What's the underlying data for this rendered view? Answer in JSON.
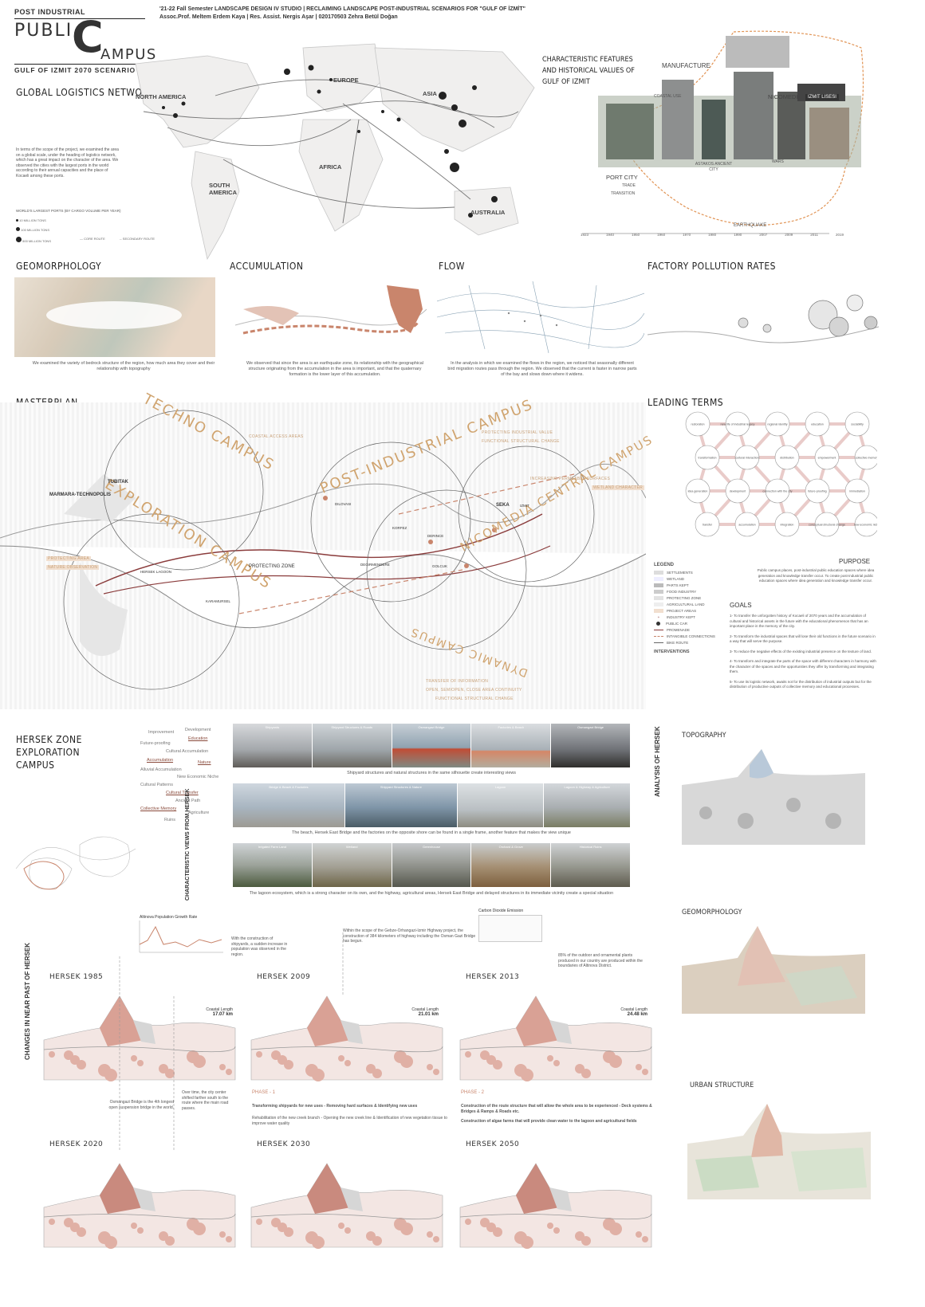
{
  "header": {
    "kicker": "POST INDUSTRIAL",
    "title_left": "PUBLI",
    "title_big": "C",
    "title_right": "AMPUS",
    "subtitle": "GULF OF IZMIT 2070 SCENARIO",
    "studio_line": "'21-22 Fall Semester LANDSCAPE DESIGN IV STUDIO | RECLAIMING LANDSCAPE POST-INDUSTRIAL SCENARIOS FOR \"GULF OF İZMİT\"",
    "credits_line": "Assoc.Prof. Meltem Erdem Kaya | Res. Assist. Nergis Aşar | 020170503 Zehra Betül Doğan"
  },
  "global_network": {
    "title": "GLOBAL LOGISTICS NETWORK",
    "body": "In terms of the scope of the project, we examined the area on a global scale, under the heading of logistics network, which has a great impact on the character of the area. We observed the cities with the largest ports in the world according to their annual capacities and the place of Kocaeli among these ports.",
    "ports_title": "WORLD'S LARGEST PORTS (BY CARGO VOLUME PER YEAR)",
    "legend": [
      "10 MILLION TONS",
      "100 MILLION TONS",
      "500 MILLION TONS",
      "CORE ROUTE",
      "SECONDARY ROUTE"
    ],
    "continents": [
      "NORTH AMERICA",
      "EUROPE",
      "ASIA",
      "AFRICA",
      "SOUTH AMERICA",
      "AUSTRALIA"
    ]
  },
  "features": {
    "title": "CHARACTERISTIC FEATURES AND HISTORICAL VALUES OF GULF OF IZMIT",
    "labels": [
      "MANUFACTURE",
      "COASTAL USE",
      "NICOMEDIA",
      "PORT CITY",
      "TRADE",
      "TRANSITION",
      "ASTAKOS ANCIENT CITY",
      "WARS",
      "EARTHQUAKE",
      "IZMIT LISESI"
    ],
    "timeline": [
      "1923",
      "1940",
      "1950",
      "1960",
      "1970",
      "1980",
      "1990",
      "2007",
      "2009",
      "2011",
      "2019"
    ]
  },
  "analysis": [
    {
      "title": "GEOMORPHOLOGY",
      "caption": "We examined the variety of bedrock structure of the region, how much area they cover and their relationship with topography"
    },
    {
      "title": "ACCUMULATION",
      "caption": "We observed that since the area is an earthquake zone, its relationship with the geographical structure originating from the accumulation in the area is important, and that the quaternary formation is the lower layer of this accumulation."
    },
    {
      "title": "FLOW",
      "caption": "In the analysis in which we examined the flows in the region, we noticed that seasonally different bird migration routes pass through the region. We observed that the current is faster in narrow parts of the bay and slows down where it widens."
    },
    {
      "title": "FACTORY POLLUTION RATES",
      "caption": ""
    }
  ],
  "masterplan": {
    "title": "MASTERPLAN",
    "campuses": [
      "TECHNO CAMPUS",
      "POST-INDUSTRIAL CAMPUS",
      "NICOMEDIA CENTRAL CAMPUS",
      "EXPLORATION CAMPUS",
      "DYNAMIC CAMPUS"
    ],
    "places": [
      "TUBITAK",
      "MARMARA-TECHNOPOLIS",
      "HERSEK LAGOON",
      "KARAMURSEL",
      "DEGIRMENDERE",
      "GOLCUK",
      "SEKA",
      "IZMIT",
      "DERINCE",
      "DILOVASI",
      "KORFEZ",
      "PROTECTING ZONE"
    ],
    "tags": [
      "COASTAL ACCESS AREAS",
      "PROTECTING INDUSTRIAL VALUE",
      "FUNCTIONAL STRUCTURAL CHANGE",
      "INCREASING PERMEABLE SURFACES",
      "WETLAND CHARACTER",
      "PROTECTING AREA",
      "NATURE OBSERVATION",
      "TRANSFER OF INFORMATION",
      "OPEN, SEMIOPEN, CLOSE AREA CONTINUITY",
      "FUNCTIONAL STRUCTURAL CHANGE"
    ],
    "legend_title": "LEGEND",
    "legend": [
      "SETTLEMENTS",
      "WETLAND",
      "PARTS KEPT",
      "FOOD INDUSTRY",
      "PROTECTING ZONE",
      "AGRICULTURAL LAND",
      "PROJECT AREAS",
      "INDUSTRY KEPT",
      "PUBLIC CAR",
      "PROMENADE",
      "INTANGIBLE CONNECTIONS",
      "BIKE ROUTE"
    ],
    "interventions_title": "INTERVENTIONS"
  },
  "leading_terms": {
    "title": "LEADING TERMS",
    "nodes": [
      "restoration",
      "new life of industrial legacy",
      "regional identity",
      "education",
      "sociability",
      "transformation",
      "cultural interaction",
      "distribution",
      "empowerment",
      "collective memory",
      "idea generation",
      "development",
      "connection with the city",
      "future-proofing",
      "immediation",
      "transfer",
      "accumulation",
      "integration",
      "conceptual structural change",
      "new economic niche"
    ],
    "purpose_title": "PURPOSE",
    "purpose": "Public campus places, post-industrial public education spaces where idea generation and knowledge transfer occur. To create post-industrial public education spaces where idea generation and knowledge transfer occur.",
    "goals_title": "GOALS",
    "goals": [
      "1- To transfer the unforgotten history of Kocaeli of 2070 years and the accumulation of cultural and historical assets in the future with the educational phenomenon that has an important place in the memory of the city.",
      "2- To transform the industrial spaces that will lose their old functions in the future scenario in a way that will serve the purpose.",
      "3- To reduce the negative effects of the existing industrial presence on the texture of land.",
      "4- To transform and integrate the parts of the space with different characters in harmony with the character of the spaces and the opportunities they offer by transforming and integrating them.",
      "5- To use its logistic network, awaits not for the distribution of industrial outputs but for the distribution of productive outputs of collective memory and educational processes."
    ]
  },
  "hersek": {
    "title": "HERSEK ZONE EXPLORATION CAMPUS",
    "terms": [
      "Improvement",
      "Development",
      "Future-proofing",
      "Education",
      "Cultural Accumulation",
      "Accumulation",
      "Nature",
      "Alluvial Accumulation",
      "New Economic Niche",
      "Cultural Patterns",
      "Cultural Transfer",
      "Ancient Path",
      "Collective Memory",
      "Agriculture",
      "Ruins"
    ],
    "views_title": "CHARACTERISTIC VIEWS FROM HERSEK",
    "row1": [
      "Shipyards",
      "Shipyard Structures & Roads",
      "Osmangazi Bridge",
      "Factories & Beach",
      "Osmangazi Bridge"
    ],
    "row1_caption": "Shipyard structures and natural structures in the same silhouette create interesting views",
    "row2": [
      "Bridge & Beach & Factories",
      "Shipyard Structures & Nature",
      "Lagoon",
      "Lagoon & Highway & Agriculture"
    ],
    "row2_caption": "The beach, Hersek East Bridge and the factories on the opposite shore can be found in a single frame, another feature that makes the view unique",
    "row3": [
      "Irrigated Farm Land",
      "Wetland",
      "Greenhouse",
      "Orchard & Grove",
      "Historical Ruins"
    ],
    "row3_caption": "The lagoon ecosystem, which is a strong character on its own, and the highway, agricultural areas, Hersek East Bridge and delayed structures in its immediate vicinity create a special situation",
    "analysis_title": "ANALYSIS OF HERSEK",
    "topography": "TOPOGRAPHY",
    "geomorphology": "GEOMORPHOLOGY",
    "urban": "URBAN STRUCTURE"
  },
  "changes": {
    "side_title": "CHANGES IN NEAR PAST OF HERSEK",
    "pop_title": "Altinova Population Growth Rate",
    "pop_note": "With the construction of shipyards, a sudden increase in population was observed in the region.",
    "highway_note": "Within the scope of the Gebze-Orhangazi-Izmir Highway project, the construction of 384 kilometers of highway including the Osman Gazi Bridge has begun.",
    "co2_title": "Carbon Dioxide Emission",
    "plants_note": "85% of the outdoor and ornamental plants produced in our country are produced within the boundaries of Altinova District.",
    "bridge_note": "Osmangazi Bridge is the 4th longest open suspension bridge in the world.",
    "city_note": "Over time, the city center shifted farther south to the route where the main road passes.",
    "phases": [
      {
        "name": "PHASE - 1",
        "lines": [
          "Transforming shipyards for new uses - Removing hard surfaces & Identifying new uses",
          "Rehabilitation of the new creek branch - Opening the new creek line & Identification of new vegetation tissue to improve water quality"
        ]
      },
      {
        "name": "PHASE - 2",
        "lines": [
          "Construction of the route structure that will allow the whole area to be experienced - Deck systems & Bridges & Ramps & Roads etc.",
          "Construction of algae farms that will provide clean water to the lagoon and agricultural fields"
        ]
      }
    ],
    "panels": [
      {
        "name": "HERSEK 1985",
        "coast_label": "Coastal Length",
        "coast": "17.07 km"
      },
      {
        "name": "HERSEK 2009",
        "coast_label": "Coastal Length",
        "coast": "21.01 km"
      },
      {
        "name": "HERSEK 2013",
        "coast_label": "Coastal Length",
        "coast": "24.48 km"
      },
      {
        "name": "HERSEK 2020",
        "coast_label": "",
        "coast": ""
      },
      {
        "name": "HERSEK 2030",
        "coast_label": "",
        "coast": ""
      },
      {
        "name": "HERSEK 2050",
        "coast_label": "",
        "coast": ""
      }
    ]
  },
  "colors": {
    "accent": "#c9856c",
    "gold": "#d0a46f",
    "dark": "#7a2f2a"
  }
}
